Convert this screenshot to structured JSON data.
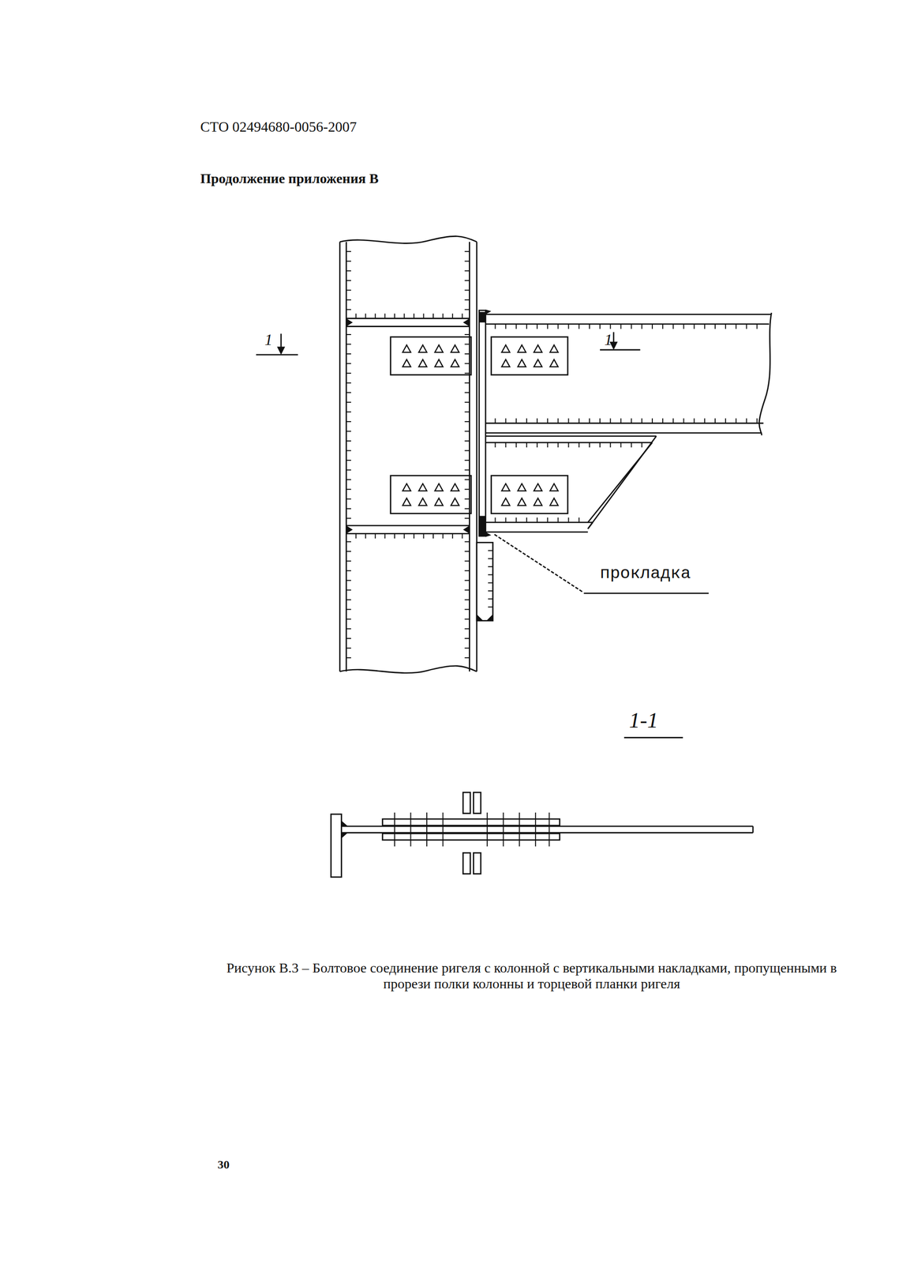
{
  "diagram": {
    "caption": "Рисунок В.3 – Болтовое соединение ригеля с колонной с вертикальными накладками, пропущенными в прорези полки колонны и торцевой планки ригеля",
    "labels": [
      "СТО 02494680-0056-2007",
      "Продолжение приложения В",
      "1",
      "1",
      "прокладка",
      "1-1",
      "30"
    ]
  }
}
